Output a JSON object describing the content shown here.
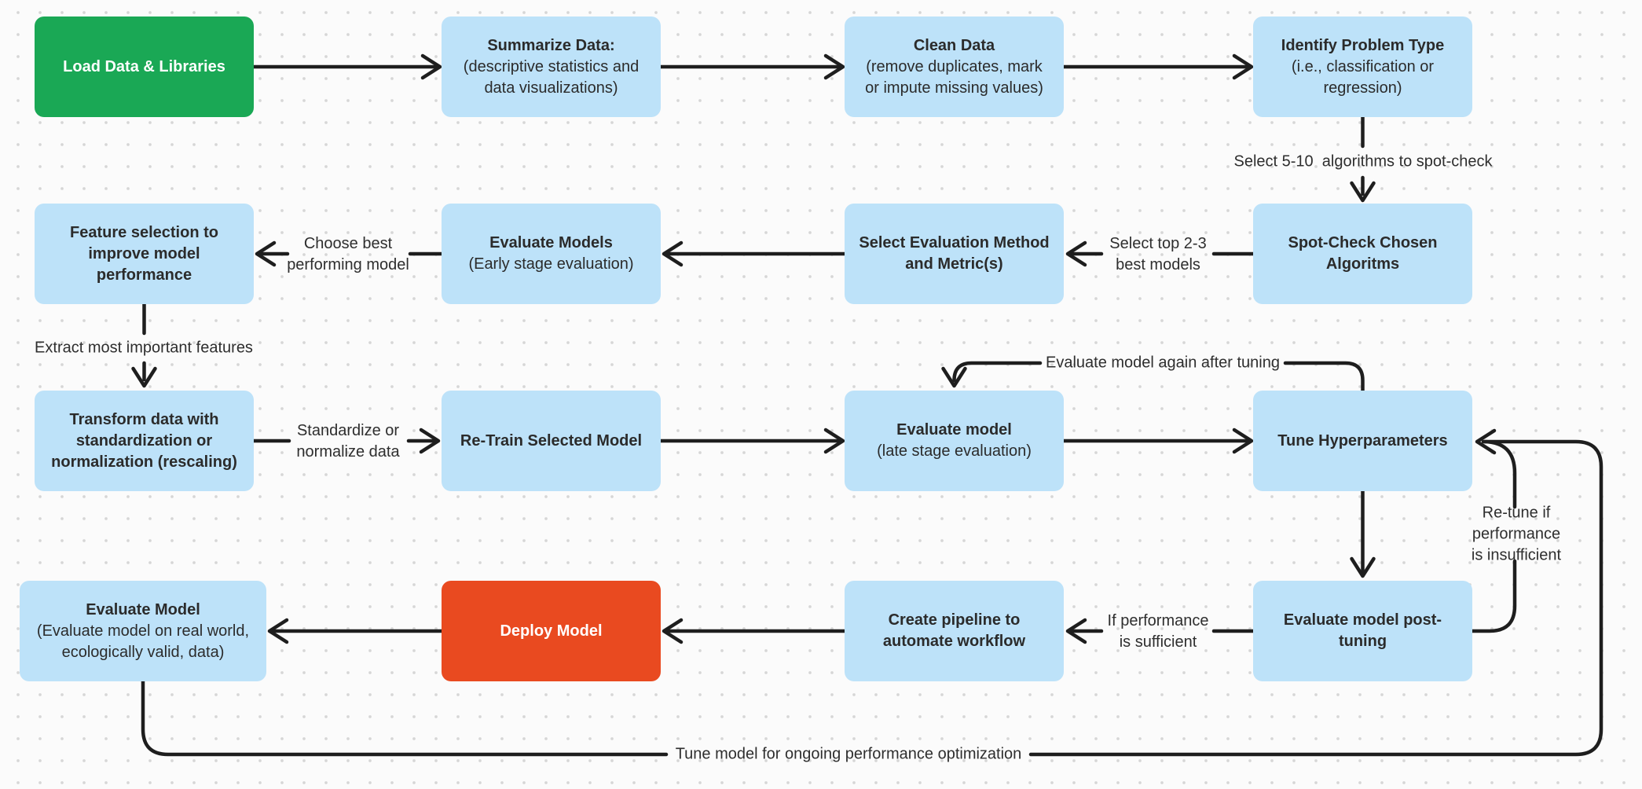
{
  "diagram_title": "Machine learning workflow flowchart",
  "colors": {
    "node_blue": "#bde2f9",
    "node_green": "#1aa855",
    "node_red": "#e94a20",
    "arrow": "#1e1e1e",
    "text_dark": "#2b2b2b",
    "bg": "#fbfbfb",
    "dot": "#d6d6d6"
  },
  "nodes": [
    {
      "id": "load-data-libraries",
      "title": "Load Data & Libraries",
      "subtitle": "",
      "variant": "green"
    },
    {
      "id": "summarize-data",
      "title": "Summarize Data:",
      "subtitle": "(descriptive statistics and\ndata visualizations)",
      "variant": "blue"
    },
    {
      "id": "clean-data",
      "title": "Clean Data",
      "subtitle": "(remove duplicates, mark\nor impute missing values)",
      "variant": "blue"
    },
    {
      "id": "identify-problem-type",
      "title": "Identify Problem Type",
      "subtitle": "(i.e., classification or\nregression)",
      "variant": "blue"
    },
    {
      "id": "feature-selection",
      "title": "Feature selection to\nimprove model\nperformance",
      "subtitle": "",
      "variant": "blue"
    },
    {
      "id": "evaluate-models-early",
      "title": "Evaluate Models",
      "subtitle": "(Early stage evaluation)",
      "variant": "blue"
    },
    {
      "id": "select-evaluation-method",
      "title": "Select Evaluation Method\nand Metric(s)",
      "subtitle": "",
      "variant": "blue"
    },
    {
      "id": "spot-check-algorithms",
      "title": "Spot-Check Chosen\nAlgoritms",
      "subtitle": "",
      "variant": "blue"
    },
    {
      "id": "transform-data",
      "title": "Transform data with\nstandardization or\nnormalization (rescaling)",
      "subtitle": "",
      "variant": "blue"
    },
    {
      "id": "retrain-selected-model",
      "title": "Re-Train Selected Model",
      "subtitle": "",
      "variant": "blue"
    },
    {
      "id": "evaluate-model-late",
      "title": "Evaluate model",
      "subtitle": "(late stage evaluation)",
      "variant": "blue"
    },
    {
      "id": "tune-hyperparameters",
      "title": "Tune Hyperparameters",
      "subtitle": "",
      "variant": "blue"
    },
    {
      "id": "evaluate-model-real-world",
      "title": "Evaluate Model",
      "subtitle": "(Evaluate model on real world,\necologically valid, data)",
      "variant": "blue"
    },
    {
      "id": "deploy-model",
      "title": "Deploy Model",
      "subtitle": "",
      "variant": "red"
    },
    {
      "id": "create-pipeline",
      "title": "Create pipeline to\nautomate workflow",
      "subtitle": "",
      "variant": "blue"
    },
    {
      "id": "evaluate-model-post-tuning",
      "title": "Evaluate model post-\ntuning",
      "subtitle": "",
      "variant": "blue"
    }
  ],
  "edge_labels": [
    {
      "id": "select-algorithms",
      "text": "Select 5-10  algorithms to spot-check"
    },
    {
      "id": "select-top-models",
      "text": "Select top 2-3\nbest models"
    },
    {
      "id": "choose-best-model",
      "text": "Choose best\nperforming model"
    },
    {
      "id": "extract-features",
      "text": "Extract most important features"
    },
    {
      "id": "standardize-data",
      "text": "Standardize or\nnormalize data"
    },
    {
      "id": "evaluate-after-tuning",
      "text": "Evaluate model again after tuning"
    },
    {
      "id": "retune-if-insufficient",
      "text": "Re-tune if performance\nis insufficient"
    },
    {
      "id": "if-performance-sufficient",
      "text": "If performance\nis sufficient"
    },
    {
      "id": "ongoing-optimization",
      "text": "Tune model for ongoing performance optimization"
    }
  ]
}
